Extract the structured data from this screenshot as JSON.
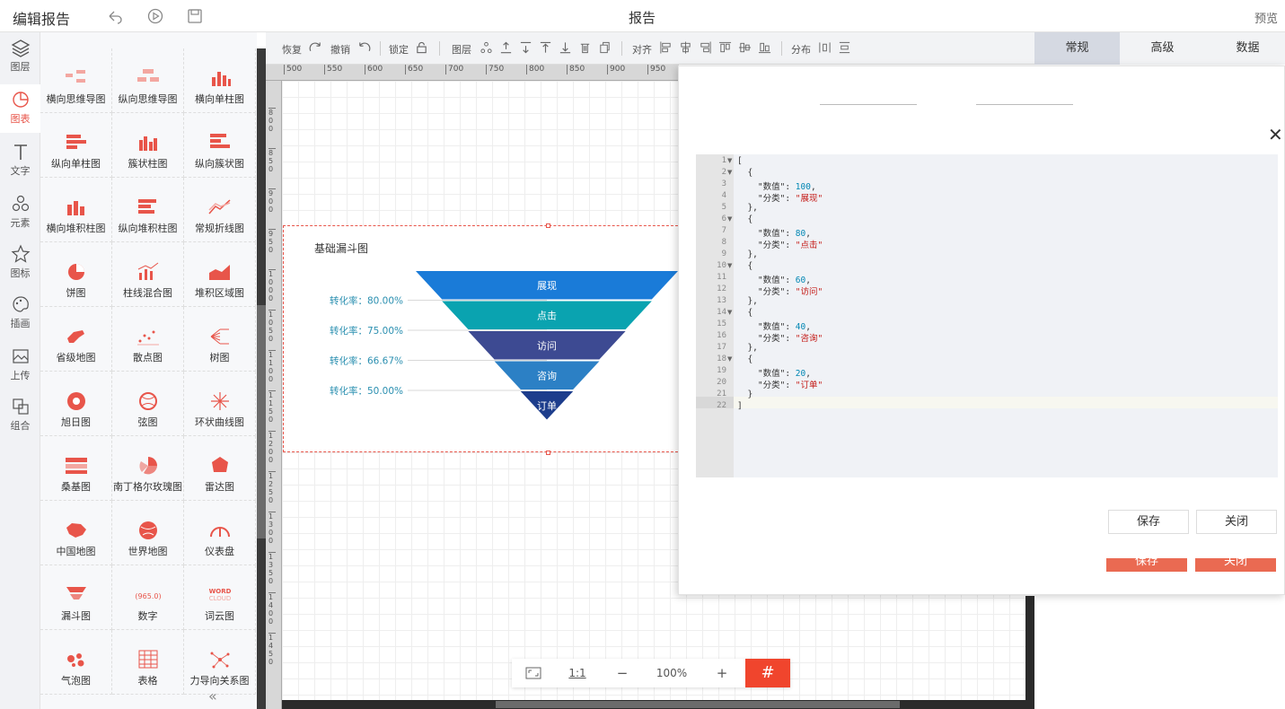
{
  "header": {
    "app_title": "编辑报告",
    "center_title": "报告",
    "preview": "预览"
  },
  "rail": [
    {
      "label": "图层",
      "icon": "layers-icon",
      "active": false
    },
    {
      "label": "图表",
      "icon": "chart-pie-icon",
      "active": true
    },
    {
      "label": "文字",
      "icon": "text-icon",
      "active": false
    },
    {
      "label": "元素",
      "icon": "shapes-icon",
      "active": false
    },
    {
      "label": "图标",
      "icon": "star-icon",
      "active": false
    },
    {
      "label": "插画",
      "icon": "palette-icon",
      "active": false
    },
    {
      "label": "上传",
      "icon": "upload-image-icon",
      "active": false
    },
    {
      "label": "组合",
      "icon": "group-icon",
      "active": false
    }
  ],
  "library": [
    "横向思维导图",
    "纵向思维导图",
    "横向单柱图",
    "纵向单柱图",
    "簇状柱图",
    "纵向簇状图",
    "横向堆积柱图",
    "纵向堆积柱图",
    "常规折线图",
    "饼图",
    "柱线混合图",
    "堆积区域图",
    "省级地图",
    "散点图",
    "树图",
    "旭日图",
    "弦图",
    "环状曲线图",
    "桑基图",
    "南丁格尔玫瑰图",
    "雷达图",
    "中国地图",
    "世界地图",
    "仪表盘",
    "漏斗图",
    "数字",
    "词云图",
    "气泡图",
    "表格",
    "力导向关系图"
  ],
  "toolbar": {
    "redo": "恢复",
    "undo": "撤销",
    "lock": "锁定",
    "layer": "图层",
    "align": "对齐",
    "distribute": "分布"
  },
  "right_tabs": [
    "常规",
    "高级",
    "数据"
  ],
  "ruler_ticks": [
    "500",
    "550",
    "600",
    "650",
    "700",
    "750",
    "800",
    "850",
    "900",
    "950"
  ],
  "ruler_left_ticks": [
    "800",
    "850",
    "900",
    "950",
    "1000",
    "1050",
    "1100",
    "1150",
    "1200",
    "1250",
    "1300",
    "1350",
    "1400",
    "1450"
  ],
  "chart_data": {
    "type": "funnel",
    "title": "基础漏斗图",
    "categories": [
      "展现",
      "点击",
      "访问",
      "咨询",
      "订单"
    ],
    "values": [
      100,
      80,
      60,
      40,
      20
    ],
    "colors": [
      "#1a7bd8",
      "#0aa3b0",
      "#3d4a92",
      "#2c80c5",
      "#1d3d8c"
    ],
    "conversion_labels": [
      "转化率：80.00%",
      "转化率：75.00%",
      "转化率：66.67%",
      "转化率：50.00%"
    ]
  },
  "zoom": {
    "level": "100%",
    "one_to_one": "1:1",
    "minus": "−",
    "plus": "+"
  },
  "modal": {
    "code_lines": [
      "[",
      "  {",
      "    \"数值\": 100,",
      "    \"分类\": \"展现\"",
      "  },",
      "  {",
      "    \"数值\": 80,",
      "    \"分类\": \"点击\"",
      "  },",
      "  {",
      "    \"数值\": 60,",
      "    \"分类\": \"访问\"",
      "  },",
      "  {",
      "    \"数值\": 40,",
      "    \"分类\": \"咨询\"",
      "  },",
      "  {",
      "    \"数值\": 20,",
      "    \"分类\": \"订单\"",
      "  }",
      "]"
    ],
    "save": "保存",
    "close": "关闭"
  }
}
